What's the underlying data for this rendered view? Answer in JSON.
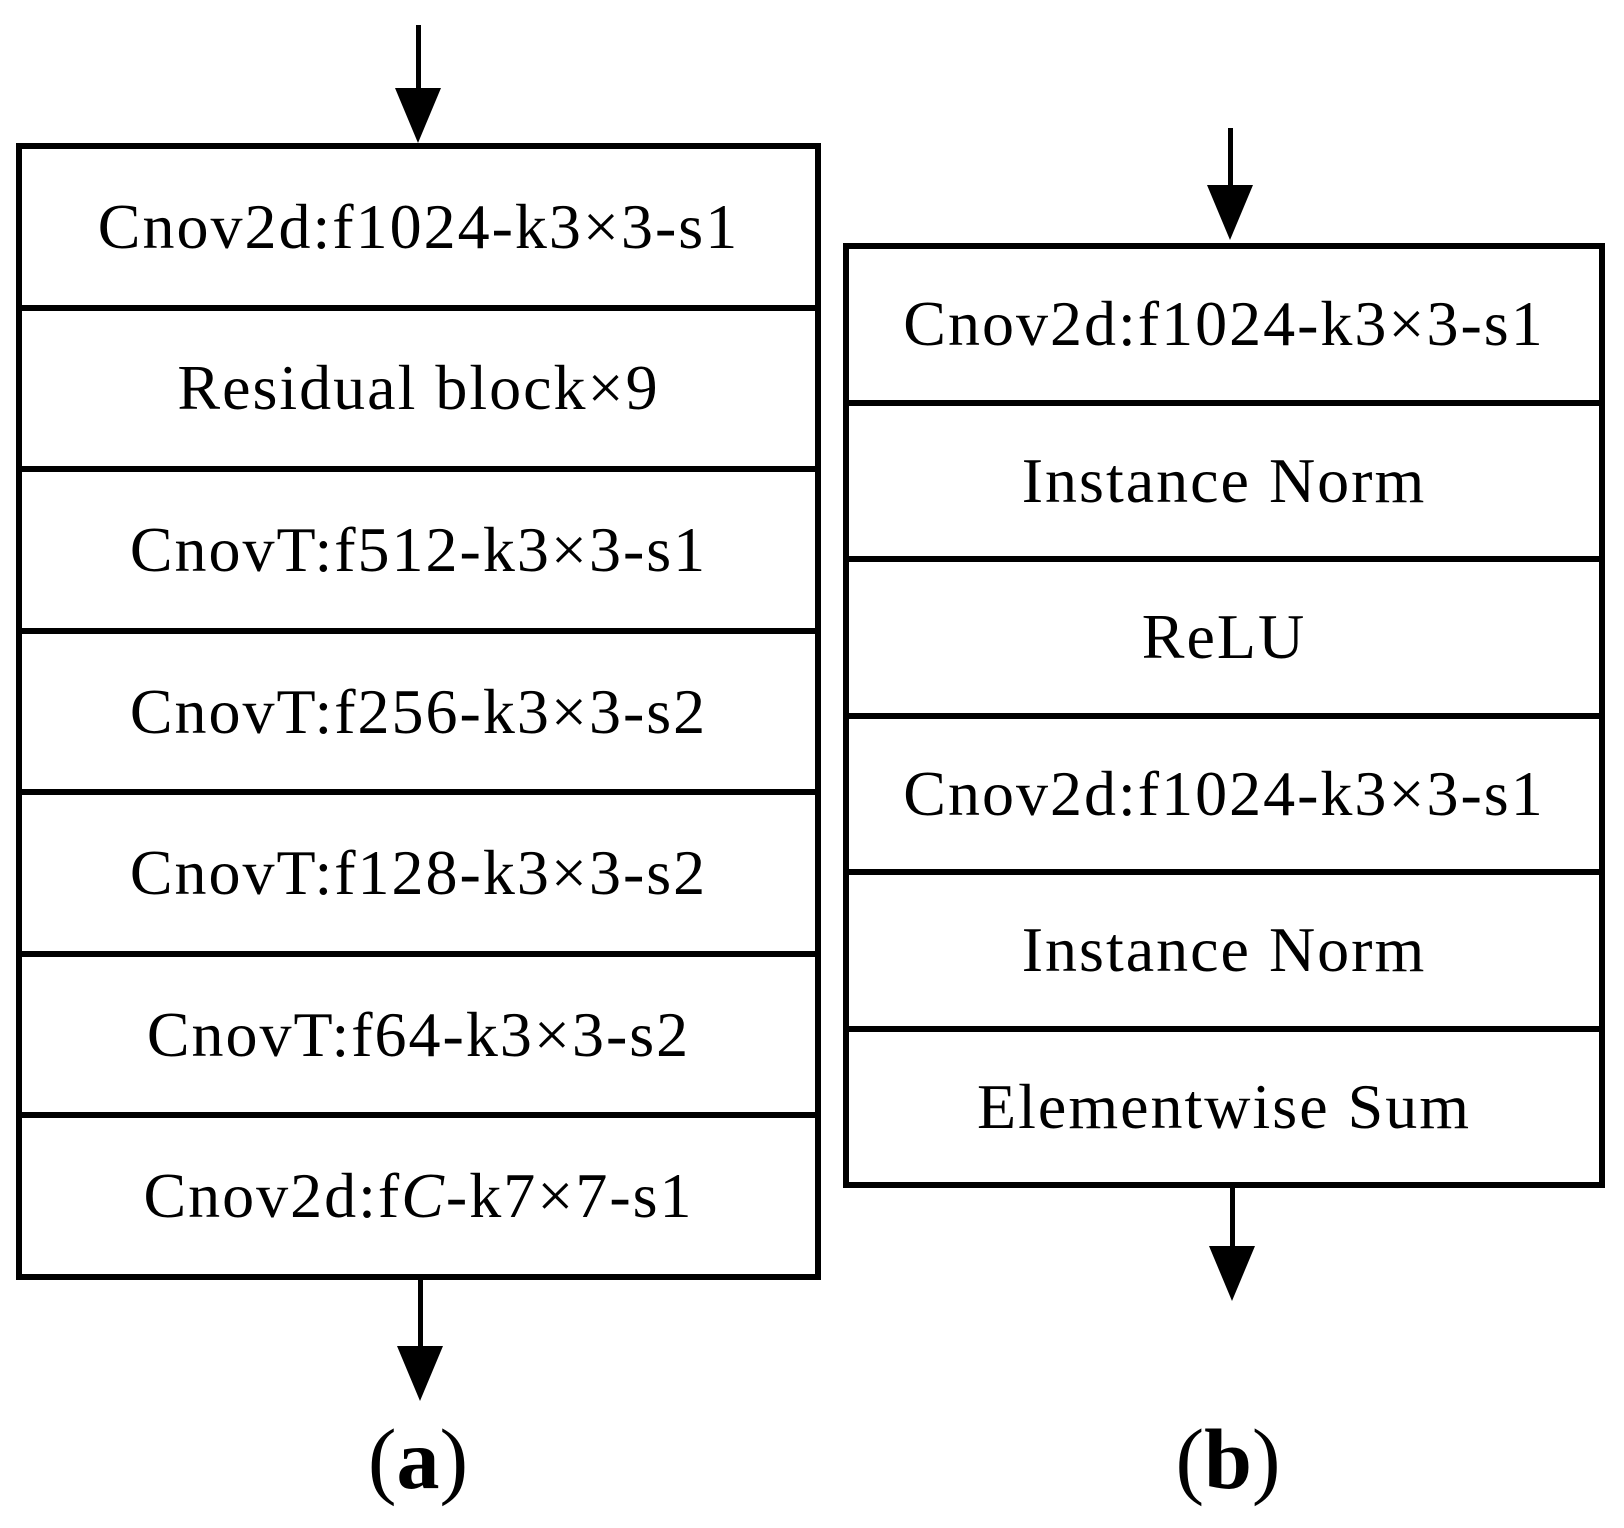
{
  "figure": {
    "background_color": "#ffffff",
    "line_color": "#000000",
    "text_color": "#000000",
    "panel_a": {
      "rows": [
        {
          "text": "Cnov2d:f1024-k3×3-s1"
        },
        {
          "text": "Residual block×9"
        },
        {
          "text": "CnovT:f512-k3×3-s1"
        },
        {
          "text": "CnovT:f256-k3×3-s2"
        },
        {
          "text": "CnovT:f128-k3×3-s2"
        },
        {
          "text": "CnovT:f64-k3×3-s2"
        },
        {
          "prefix": "Cnov2d:f",
          "variable": "C",
          "suffix": "-k7×7-s1"
        }
      ],
      "caption_open": "(",
      "caption_letter": "a",
      "caption_close": ")"
    },
    "panel_b": {
      "rows": [
        {
          "text": "Cnov2d:f1024-k3×3-s1"
        },
        {
          "text": "Instance Norm"
        },
        {
          "text": "ReLU"
        },
        {
          "text": "Cnov2d:f1024-k3×3-s1"
        },
        {
          "text": "Instance Norm"
        },
        {
          "text": "Elementwise Sum"
        }
      ],
      "caption_open": "(",
      "caption_letter": "b",
      "caption_close": ")"
    }
  }
}
